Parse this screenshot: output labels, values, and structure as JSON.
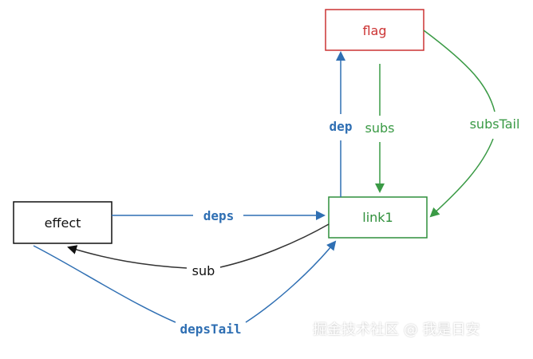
{
  "nodes": {
    "flag": {
      "label": "flag",
      "border": "#cc3333",
      "text": "#cc3333"
    },
    "effect": {
      "label": "effect",
      "border": "#111111",
      "text": "#111111"
    },
    "link1": {
      "label": "link1",
      "border": "#2f8f3b",
      "text": "#2f8f3b"
    }
  },
  "edges": {
    "dep": {
      "label": "dep",
      "color": "#2f6fb3"
    },
    "subs": {
      "label": "subs",
      "color": "#3a9a45"
    },
    "subsTail": {
      "label": "subsTail",
      "color": "#3a9a45"
    },
    "deps": {
      "label": "deps",
      "color": "#2f6fb3"
    },
    "sub": {
      "label": "sub",
      "color": "#333333"
    },
    "depsTail": {
      "label": "depsTail",
      "color": "#2f6fb3"
    }
  },
  "watermark": "掘金技术社区 @ 我是日安"
}
